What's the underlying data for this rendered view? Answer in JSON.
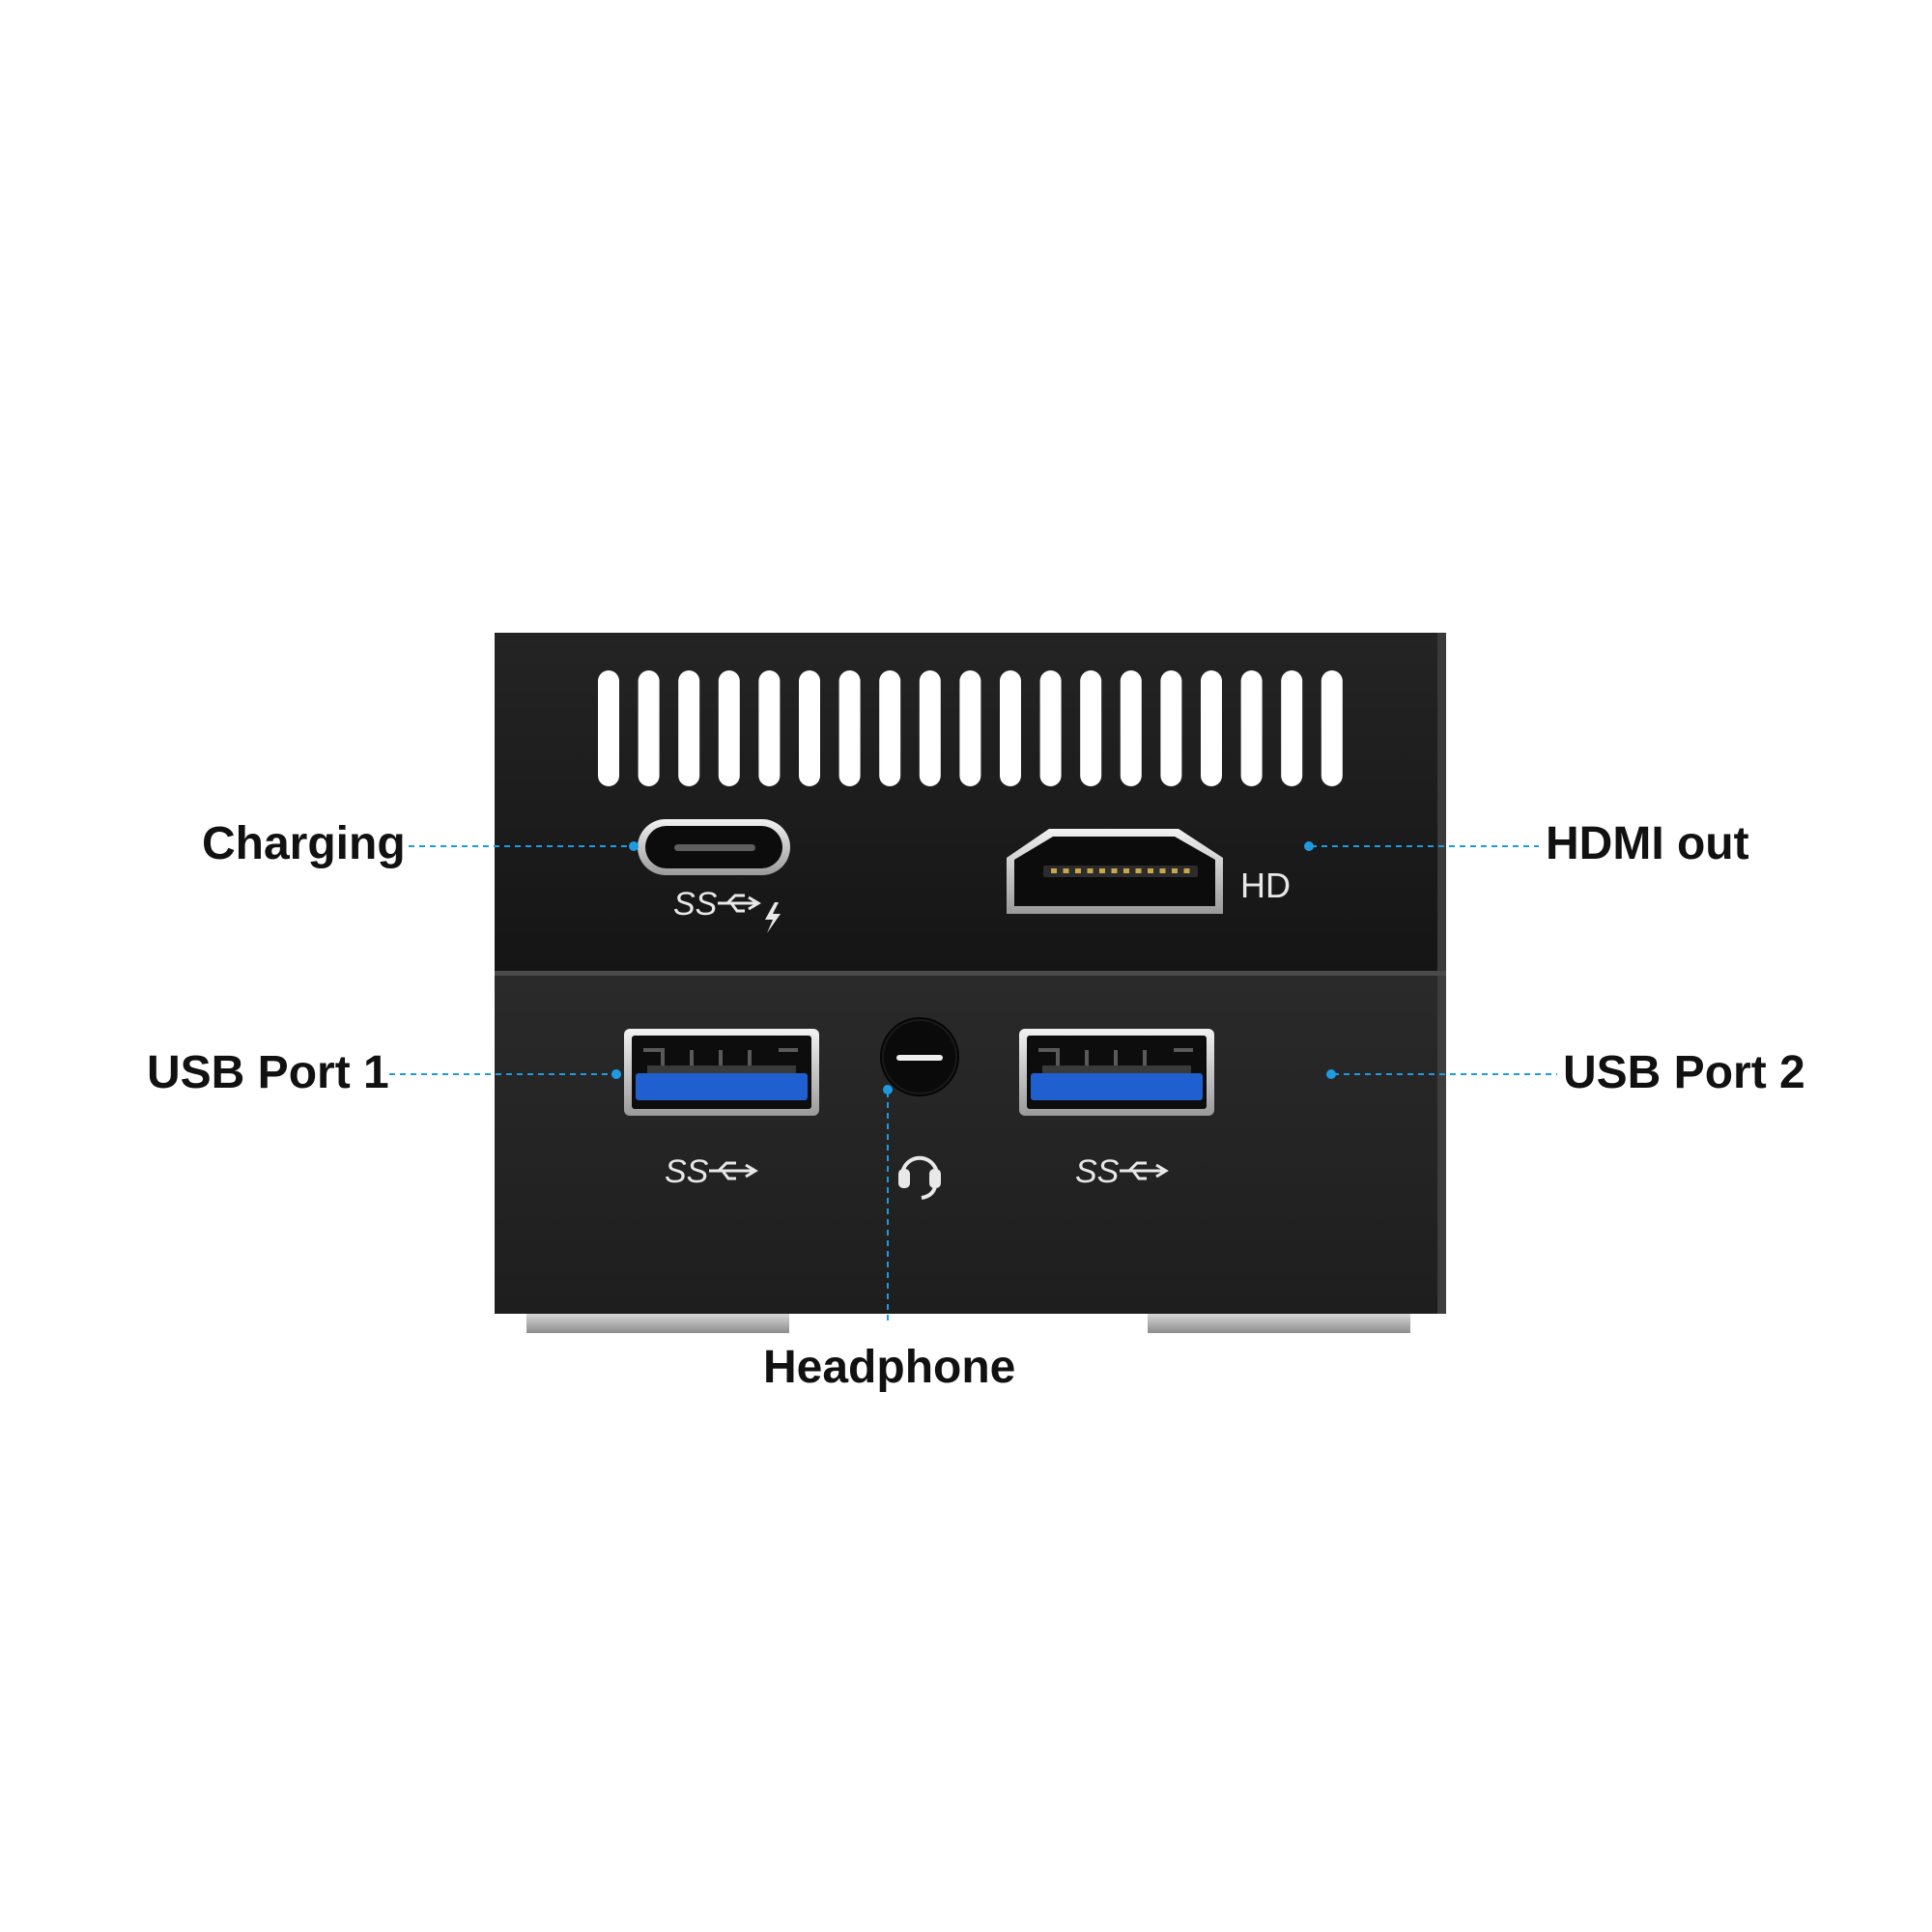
{
  "labels": {
    "charging": "Charging",
    "hdmi_out": "HDMI out",
    "usb_port_1": "USB Port 1",
    "usb_port_2": "USB Port 2",
    "headphone": "Headphone"
  },
  "port_markings": {
    "hdmi": "HD",
    "superspeed": "SS"
  },
  "colors": {
    "callout_line": "#1e9be0",
    "body_top": "#1c1c1c",
    "body_bottom": "#232323",
    "usb_tongue": "#1f5fd0",
    "label_text": "#111111"
  },
  "icons": [
    "usb-c-port-icon",
    "hdmi-port-icon",
    "usb-a-port-icon",
    "headphone-jack-icon",
    "headphone-icon",
    "superspeed-usb-icon",
    "lightning-bolt-icon"
  ]
}
